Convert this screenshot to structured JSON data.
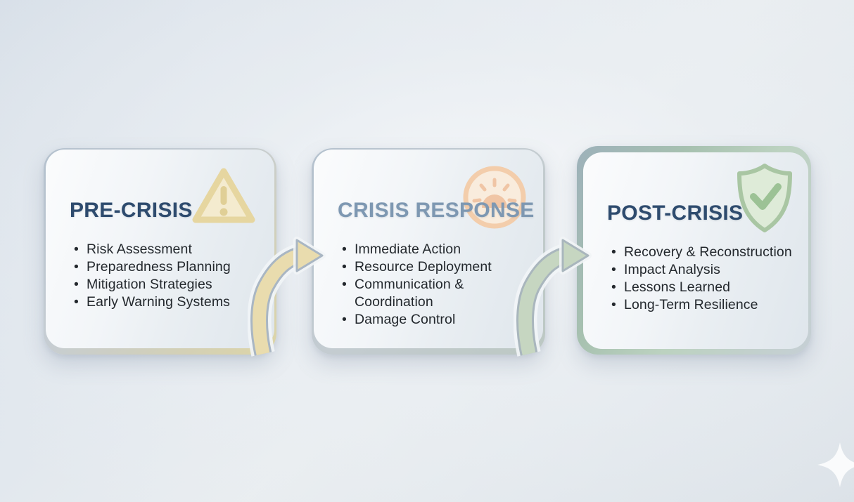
{
  "diagram": {
    "type": "process-flow",
    "stages_count": 3
  },
  "cards": [
    {
      "id": "pre-crisis",
      "title": "PRE-CRISIS",
      "title_color": "#2e4b6e",
      "icon": {
        "name": "warning-triangle-icon",
        "stroke": "#e6d6a0",
        "fill": "#f4ebcf",
        "glyph_color": "#e0cf96"
      },
      "border_gradient": [
        "#b4c1ce",
        "#ddd5a6"
      ],
      "bullets": [
        "Risk Assessment",
        "Preparedness Planning",
        "Mitigation Strategies",
        "Early Warning Systems"
      ]
    },
    {
      "id": "crisis-response",
      "title": "CRISIS RESPONSE",
      "title_color": "#7e98b2",
      "icon": {
        "name": "alarm-light-icon",
        "ring": "#f3cdab",
        "fill": "#f9ecdd",
        "glyph_color": "#f0c5a5"
      },
      "border_gradient": [
        "#b4c1ce",
        "#bcc8c3"
      ],
      "bullets": [
        "Immediate Action",
        "Resource Deployment",
        "Communication & Coordination",
        "Damage Control"
      ]
    },
    {
      "id": "post-crisis",
      "title": "POST-CRISIS",
      "title_color": "#2e4b6e",
      "icon": {
        "name": "shield-check-icon",
        "stroke": "#a9c6a3",
        "fill": "#deebd8",
        "glyph_color": "#9cc295"
      },
      "border_gradient": [
        "#9db1ba",
        "#c6cfd5"
      ],
      "bullets": [
        "Recovery & Reconstruction",
        "Impact Analysis",
        "Lessons Learned",
        "Long-Term Resilience"
      ]
    }
  ],
  "connectors": [
    {
      "name": "arrow-pre-to-response",
      "direction": "right",
      "fill": "#e9dcae",
      "outline": "#a9b6c3"
    },
    {
      "name": "arrow-response-to-post",
      "direction": "right",
      "fill": "#c6d6c1",
      "outline": "#a9b6bd"
    }
  ],
  "decorations": {
    "sparkle": {
      "name": "sparkle-shape",
      "color": "#ffffff"
    }
  },
  "background": {
    "base": "#e2e8ee",
    "corner": "#d7dfe8",
    "highlight": "#f5f7f9"
  }
}
